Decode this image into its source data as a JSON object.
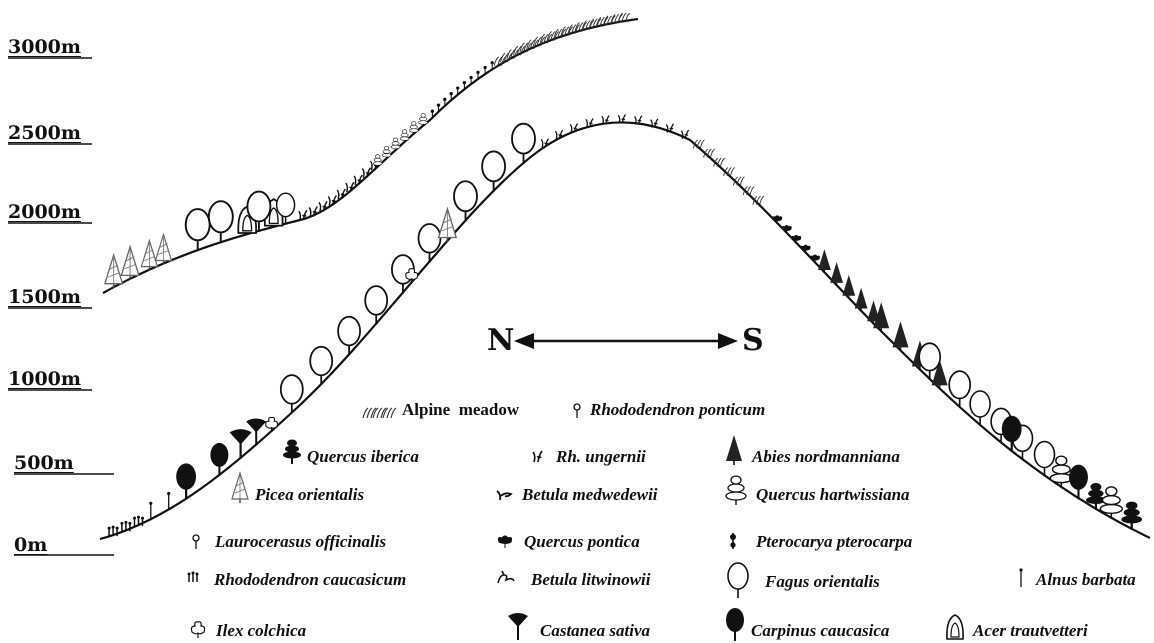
{
  "altitude_labels": [
    "3000m",
    "2500m",
    "2000m",
    "1500m",
    "1000m",
    "500m",
    "0m"
  ],
  "direction": {
    "north": "N",
    "south": "S"
  },
  "legend": {
    "alpine_meadow": {
      "word1": "Alpine",
      "word2": "meadow",
      "icon": "grass-tuft-icon"
    },
    "rhododendron_ponticum": {
      "label": "Rhododendron ponticum",
      "icon": "small-lollipop-icon"
    },
    "quercus_iberica": {
      "label": "Quercus iberica",
      "icon": "layered-crown-tree-icon"
    },
    "rh_ungernii": {
      "label": "Rh. ungernii",
      "icon": "shrub-sprig-icon"
    },
    "abies_nordmanniana": {
      "label": "Abies nordmanniana",
      "icon": "dark-conifer-icon"
    },
    "picea_orientalis": {
      "label": "Picea orientalis",
      "icon": "light-conifer-icon"
    },
    "betula_medwedewii": {
      "label": "Betula medwedewii",
      "icon": "bent-shrub-icon"
    },
    "quercus_hartwissiana": {
      "label": "Quercus hartwissiana",
      "icon": "tiered-outline-tree-icon"
    },
    "laurocerasus_officinalis": {
      "label": "Laurocerasus officinalis",
      "icon": "pin-icon"
    },
    "quercus_pontica": {
      "label": "Quercus pontica",
      "icon": "bushy-shrub-icon"
    },
    "pterocarya_pterocarpa": {
      "label": "Pterocarya pterocarpa",
      "icon": "dotted-stem-icon"
    },
    "rhododendron_caucasicum": {
      "label": "Rhododendron caucasicum",
      "icon": "three-stems-icon"
    },
    "betula_litwinowii": {
      "label": "Betula litwinowii",
      "icon": "creeping-shrub-icon"
    },
    "fagus_orientalis": {
      "label": "Fagus orientalis",
      "icon": "oval-outline-tree-icon"
    },
    "alnus_barbata": {
      "label": "Alnus barbata",
      "icon": "thin-stem-icon"
    },
    "ilex_colchica": {
      "label": "Ilex colchica",
      "icon": "holly-leaf-icon"
    },
    "castanea_sativa": {
      "label": "Castanea sativa",
      "icon": "fan-tree-icon"
    },
    "carpinus_caucasica": {
      "label": "Carpinus caucasica",
      "icon": "black-oval-tree-icon"
    },
    "acer_trautvetteri": {
      "label": "Acer trautvetteri",
      "icon": "nested-outline-tree-icon"
    }
  }
}
